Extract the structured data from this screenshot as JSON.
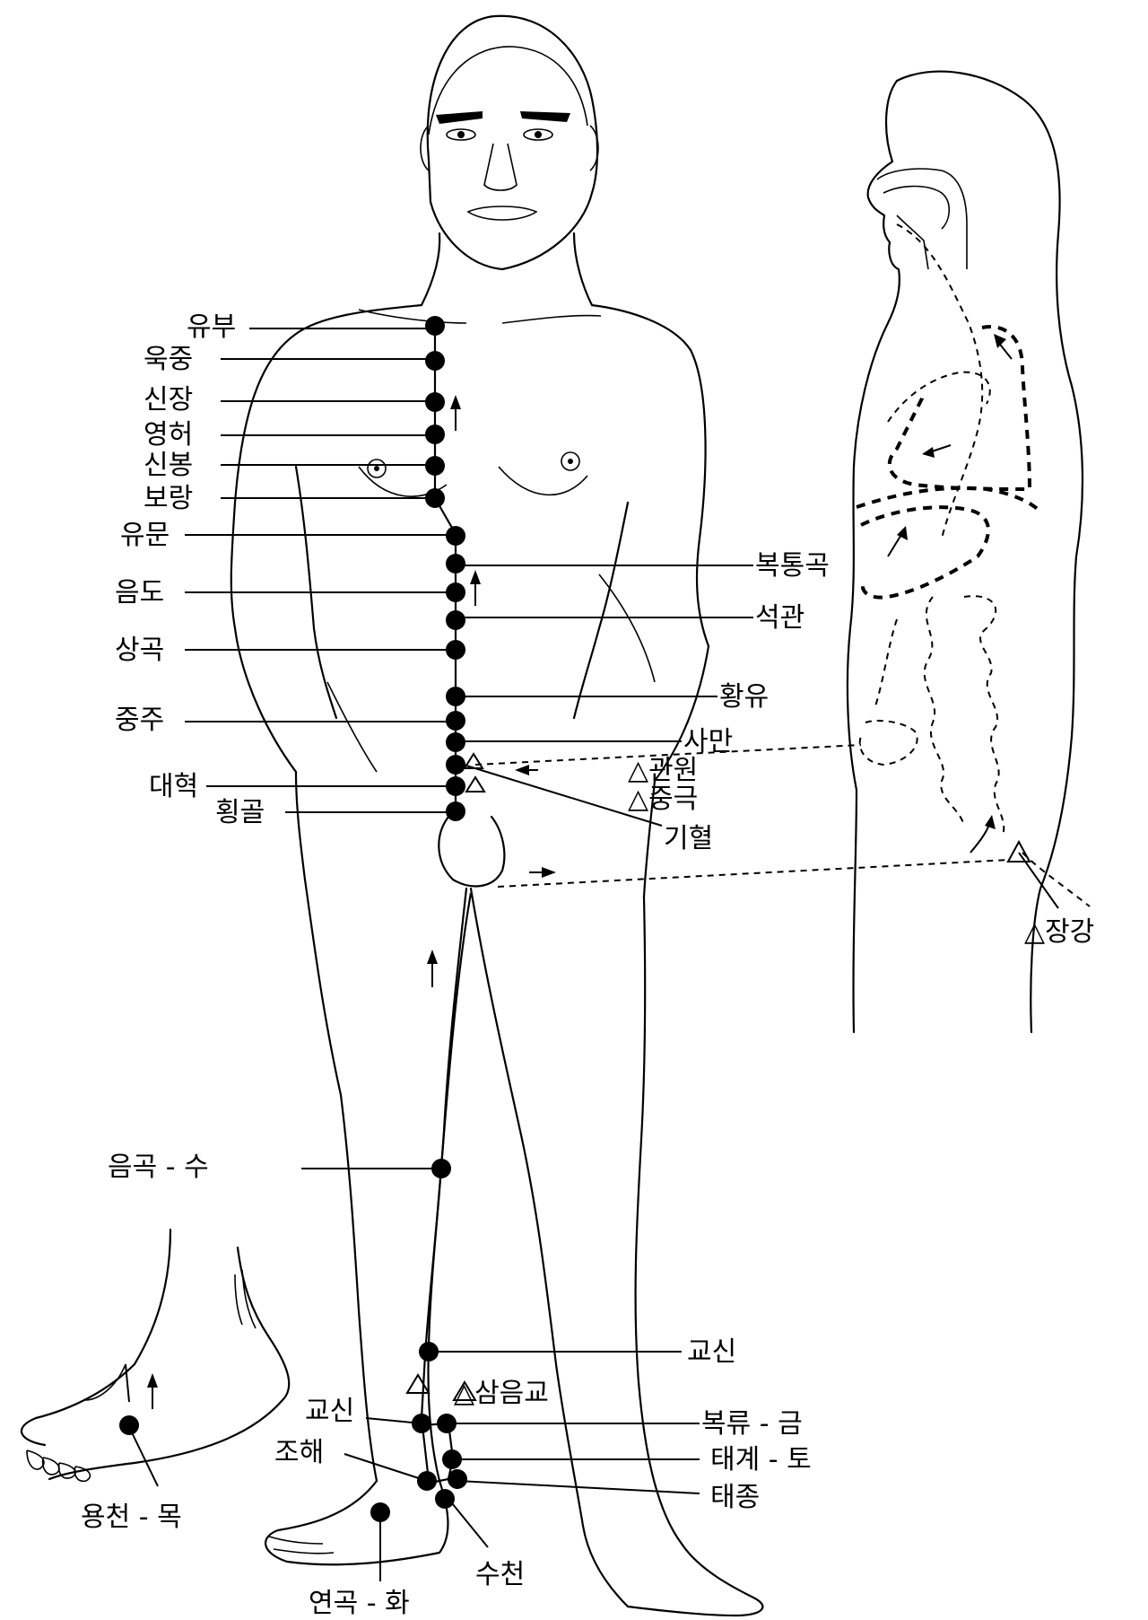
{
  "colors": {
    "ink": "#000000",
    "paper": "#ffffff"
  },
  "labels": {
    "yubu": "유부",
    "ukjung": "욱중",
    "sinjang": "신장",
    "yeongheo": "영허",
    "sinbong": "신봉",
    "borang": "보랑",
    "yumun": "유문",
    "eumdo": "음도",
    "sanggok": "상곡",
    "jungju": "중주",
    "daehyeok": "대혁",
    "hoenggol": "횡골",
    "boktonggok": "복통곡",
    "seokgwan": "석관",
    "hwangyu": "황유",
    "saman": "사만",
    "gwanwon": "△관원",
    "junggeuk": "△중극",
    "gihyeol": "기혈",
    "janggang": "△장강",
    "eumgok": "음곡 - 수",
    "gyosin_right": "교신",
    "gyosin_left": "교신",
    "sameumgyo": "△삼음교",
    "bongnyu": "복류 - 금",
    "taegye": "태계 - 토",
    "taejong": "태종",
    "johae": "조해",
    "yongcheon": "용천 - 목",
    "sucheon": "수천",
    "yeongok": "연곡 - 화"
  }
}
